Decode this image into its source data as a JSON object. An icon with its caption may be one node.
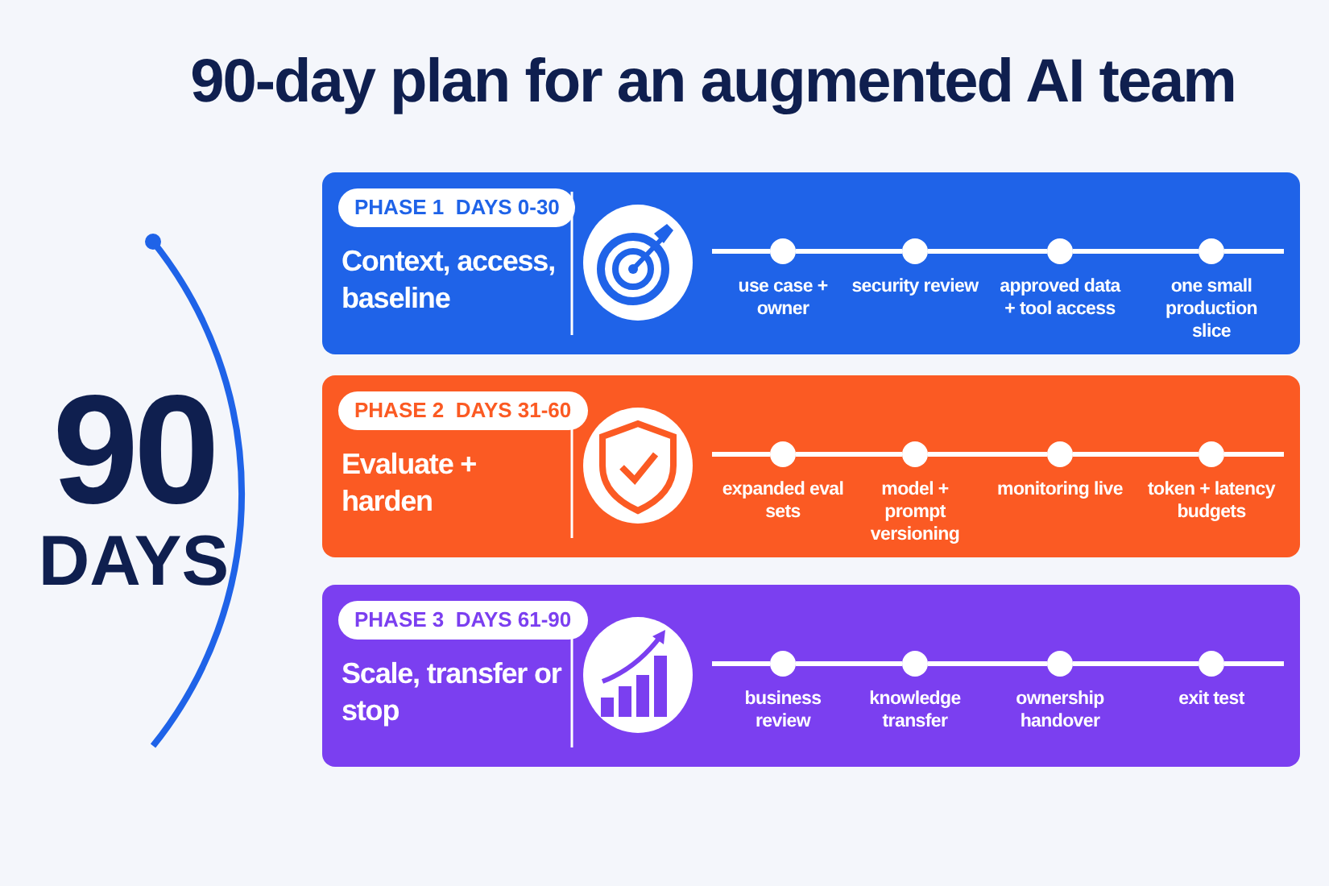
{
  "diagram": {
    "title": "90-day plan for an augmented AI team",
    "nodes": [
      {
        "text": [
          "Context, access, baseline"
        ]
      },
      {
        "text": [
          "PHASE 1  DAYS 0-30"
        ],
        "in": 0
      },
      {
        "text": [],
        "shape": "circle",
        "in": 0,
        "beside": [
          "use case + owner"
        ]
      },
      {
        "text": [],
        "shape": "circle",
        "in": 0,
        "beside": [
          "security review"
        ]
      },
      {
        "text": [],
        "shape": "circle",
        "in": 0,
        "beside": [
          "approved data + tool access"
        ]
      },
      {
        "text": [],
        "shape": "circle",
        "in": 0,
        "beside": [
          "one small production slice"
        ]
      },
      {
        "text": [
          "Evaluate + harden"
        ]
      },
      {
        "text": [
          "PHASE 2  DAYS 31-60"
        ],
        "in": 6
      },
      {
        "text": [],
        "shape": "circle",
        "in": 6,
        "beside": [
          "expanded eval sets"
        ]
      },
      {
        "text": [],
        "shape": "circle",
        "in": 6,
        "beside": [
          "model + prompt versioning"
        ]
      },
      {
        "text": [],
        "shape": "circle",
        "in": 6,
        "beside": [
          "monitoring live"
        ]
      },
      {
        "text": [],
        "shape": "circle",
        "in": 6,
        "beside": [
          "token + latency budgets"
        ]
      },
      {
        "text": [
          "Scale, transfer or stop"
        ]
      },
      {
        "text": [
          "PHASE 3  DAYS 61-90"
        ],
        "in": 12
      },
      {
        "text": [],
        "shape": "circle",
        "in": 12,
        "beside": [
          "business review"
        ]
      },
      {
        "text": [],
        "shape": "circle",
        "in": 12,
        "beside": [
          "knowledge transfer"
        ]
      },
      {
        "text": [],
        "shape": "circle",
        "in": 12,
        "beside": [
          "ownership handover"
        ]
      },
      {
        "text": [],
        "shape": "circle",
        "in": 12,
        "beside": [
          "exit test"
        ]
      }
    ],
    "edges": [
      {
        "from": 2,
        "to": 3,
        "arrow": "none"
      },
      {
        "from": 3,
        "to": 4,
        "arrow": "none"
      },
      {
        "from": 4,
        "to": 5,
        "arrow": "none"
      },
      {
        "from": 8,
        "to": 9,
        "arrow": "none"
      },
      {
        "from": 9,
        "to": 10,
        "arrow": "none"
      },
      {
        "from": 10,
        "to": 11,
        "arrow": "none"
      },
      {
        "from": 14,
        "to": 15,
        "arrow": "none"
      },
      {
        "from": 15,
        "to": 16,
        "arrow": "none"
      },
      {
        "from": 16,
        "to": 17,
        "arrow": "none"
      }
    ],
    "labels": [
      "90",
      "DAYS"
    ]
  }
}
